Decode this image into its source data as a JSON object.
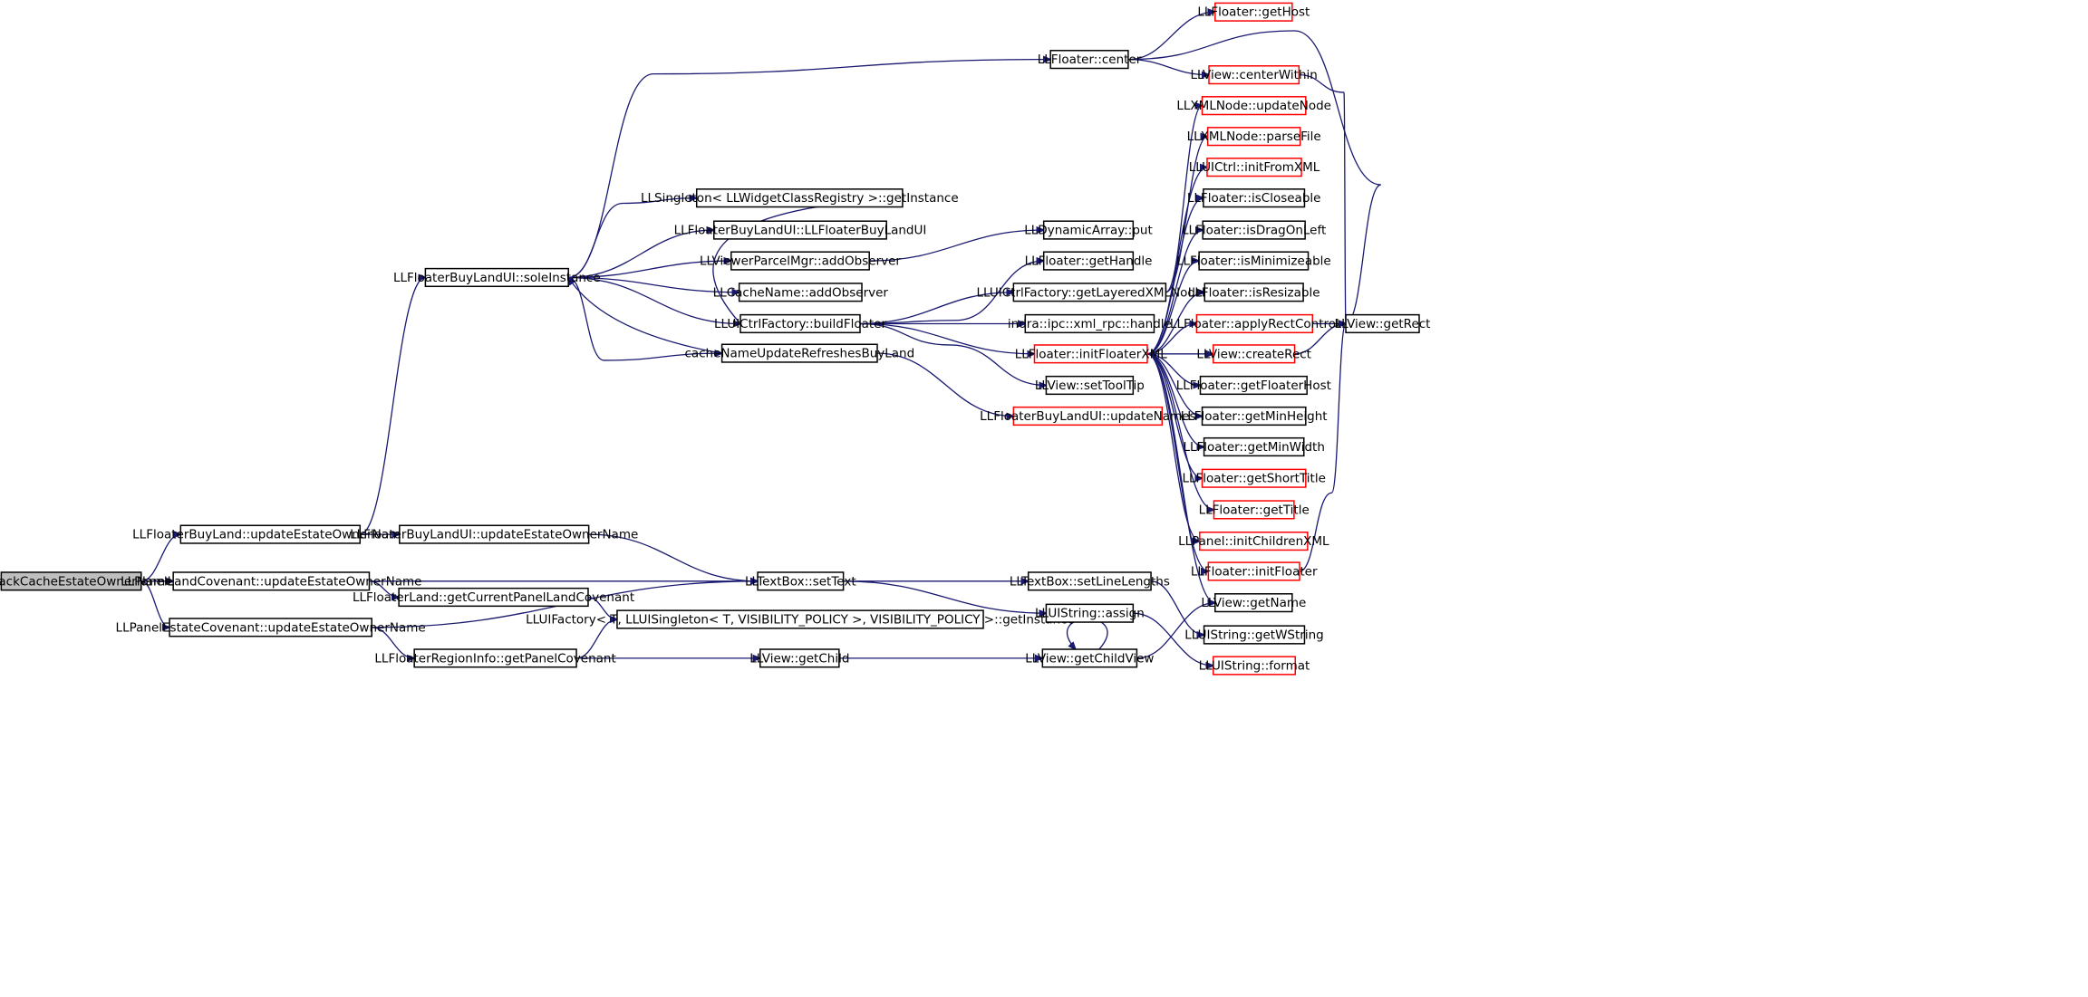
{
  "nodes": [
    {
      "id": "callback",
      "label": "callbackCacheEstateOwnerName",
      "style": "root"
    },
    {
      "id": "fbl_ueon",
      "label": "LLFloaterBuyLand::updateEstateOwnerName",
      "style": "normal"
    },
    {
      "id": "plc_ueon",
      "label": "LLPanelLandCovenant::updateEstateOwnerName",
      "style": "normal"
    },
    {
      "id": "pec_ueon",
      "label": "LLPanelEstateCovenant::updateEstateOwnerName",
      "style": "normal"
    },
    {
      "id": "fblui_si",
      "label": "LLFloaterBuyLandUI::soleInstance",
      "style": "normal"
    },
    {
      "id": "fblui_ueon",
      "label": "LLFloaterBuyLandUI::updateEstateOwnerName",
      "style": "normal"
    },
    {
      "id": "fl_gcplc",
      "label": "LLFloaterLand::getCurrentPanelLandCovenant",
      "style": "normal"
    },
    {
      "id": "fri_gpc",
      "label": "LLFloaterRegionInfo::getPanelCovenant",
      "style": "normal"
    },
    {
      "id": "fl_center",
      "label": "LLFloater::center",
      "style": "normal"
    },
    {
      "id": "singleton_gi",
      "label": "LLSingleton< LLWidgetClassRegistry >::getInstance",
      "style": "normal"
    },
    {
      "id": "fblui_ctor",
      "label": "LLFloaterBuyLandUI::LLFloaterBuyLandUI",
      "style": "normal"
    },
    {
      "id": "vpm_ao",
      "label": "LLViewerParcelMgr::addObserver",
      "style": "normal"
    },
    {
      "id": "cn_ao",
      "label": "LLCacheName::addObserver",
      "style": "normal"
    },
    {
      "id": "uicf_bf",
      "label": "LLUICtrlFactory::buildFloater",
      "style": "normal"
    },
    {
      "id": "cnurbl",
      "label": "cacheNameUpdateRefreshesBuyLand",
      "style": "normal"
    },
    {
      "id": "tb_settext",
      "label": "LLTextBox::setText",
      "style": "normal"
    },
    {
      "id": "uif_gi",
      "label": "LLUIFactory< T, LLUISingleton< T, VISIBILITY_POLICY >, VISIBILITY_POLICY >::getInstance",
      "style": "normal"
    },
    {
      "id": "view_getchild",
      "label": "LLView::getChild",
      "style": "normal"
    },
    {
      "id": "da_put",
      "label": "LLDynamicArray::put",
      "style": "normal"
    },
    {
      "id": "fl_gethandle",
      "label": "LLFloater::getHandle",
      "style": "normal"
    },
    {
      "id": "uicf_glxn",
      "label": "LLUICtrlFactory::getLayeredXMLNode",
      "style": "normal"
    },
    {
      "id": "indra_handle",
      "label": "indra::ipc::xml_rpc::handle",
      "style": "normal"
    },
    {
      "id": "fl_ifx",
      "label": "LLFloater::initFloaterXML",
      "style": "red"
    },
    {
      "id": "view_stt",
      "label": "LLView::setToolTip",
      "style": "normal"
    },
    {
      "id": "fblui_un",
      "label": "LLFloaterBuyLandUI::updateNames",
      "style": "red"
    },
    {
      "id": "tb_sll",
      "label": "LLTextBox::setLineLengths",
      "style": "normal"
    },
    {
      "id": "uis_assign",
      "label": "LLUIString::assign",
      "style": "normal"
    },
    {
      "id": "view_gcv",
      "label": "LLView::getChildView",
      "style": "normal"
    },
    {
      "id": "fl_gethost",
      "label": "LLFloater::getHost",
      "style": "red"
    },
    {
      "id": "view_cw",
      "label": "LLView::centerWithin",
      "style": "red"
    },
    {
      "id": "xml_un",
      "label": "LLXMLNode::updateNode",
      "style": "red"
    },
    {
      "id": "xml_pf",
      "label": "LLXMLNode::parseFile",
      "style": "red"
    },
    {
      "id": "uictrl_ifx",
      "label": "LLUICtrl::initFromXML",
      "style": "red"
    },
    {
      "id": "fl_isclose",
      "label": "LLFloater::isCloseable",
      "style": "normal"
    },
    {
      "id": "fl_isdrag",
      "label": "LLFloater::isDragOnLeft",
      "style": "normal"
    },
    {
      "id": "fl_ismin",
      "label": "LLFloater::isMinimizeable",
      "style": "normal"
    },
    {
      "id": "fl_isres",
      "label": "LLFloater::isResizable",
      "style": "normal"
    },
    {
      "id": "fl_arc",
      "label": "LLFloater::applyRectControl",
      "style": "red"
    },
    {
      "id": "view_cr",
      "label": "LLView::createRect",
      "style": "red"
    },
    {
      "id": "fl_gfh",
      "label": "LLFloater::getFloaterHost",
      "style": "normal"
    },
    {
      "id": "fl_gmh",
      "label": "LLFloater::getMinHeight",
      "style": "normal"
    },
    {
      "id": "fl_gmw",
      "label": "LLFloater::getMinWidth",
      "style": "normal"
    },
    {
      "id": "fl_gst",
      "label": "LLFloater::getShortTitle",
      "style": "red"
    },
    {
      "id": "fl_gt",
      "label": "LLFloater::getTitle",
      "style": "red"
    },
    {
      "id": "panel_icx",
      "label": "LLPanel::initChildrenXML",
      "style": "red"
    },
    {
      "id": "fl_if",
      "label": "LLFloater::initFloater",
      "style": "red"
    },
    {
      "id": "view_gn",
      "label": "LLView::getName",
      "style": "normal"
    },
    {
      "id": "uis_gws",
      "label": "LLUIString::getWString",
      "style": "normal"
    },
    {
      "id": "uis_format",
      "label": "LLUIString::format",
      "style": "red"
    },
    {
      "id": "view_getrect",
      "label": "LLView::getRect",
      "style": "normal"
    }
  ],
  "edges": [
    [
      "callback",
      "fbl_ueon"
    ],
    [
      "callback",
      "plc_ueon"
    ],
    [
      "callback",
      "pec_ueon"
    ],
    [
      "fbl_ueon",
      "fblui_si"
    ],
    [
      "fbl_ueon",
      "fblui_ueon"
    ],
    [
      "plc_ueon",
      "tb_settext"
    ],
    [
      "plc_ueon",
      "fl_gcplc"
    ],
    [
      "pec_ueon",
      "tb_settext"
    ],
    [
      "pec_ueon",
      "fri_gpc"
    ],
    [
      "fblui_si",
      "fl_center"
    ],
    [
      "fblui_si",
      "singleton_gi"
    ],
    [
      "fblui_si",
      "fblui_ctor"
    ],
    [
      "fblui_si",
      "vpm_ao"
    ],
    [
      "fblui_si",
      "cn_ao"
    ],
    [
      "fblui_si",
      "uicf_bf"
    ],
    [
      "fblui_si",
      "cnurbl"
    ],
    [
      "fblui_ueon",
      "tb_settext"
    ],
    [
      "fl_gcplc",
      "uif_gi"
    ],
    [
      "fri_gpc",
      "uif_gi"
    ],
    [
      "fri_gpc",
      "view_getchild"
    ],
    [
      "vpm_ao",
      "da_put"
    ],
    [
      "uicf_bf",
      "singleton_gi"
    ],
    [
      "uicf_bf",
      "fl_gethandle"
    ],
    [
      "uicf_bf",
      "uicf_glxn"
    ],
    [
      "uicf_bf",
      "indra_handle"
    ],
    [
      "uicf_bf",
      "fl_ifx"
    ],
    [
      "uicf_bf",
      "view_stt"
    ],
    [
      "cnurbl",
      "fblui_si"
    ],
    [
      "cnurbl",
      "fblui_un"
    ],
    [
      "tb_settext",
      "tb_sll"
    ],
    [
      "tb_settext",
      "uis_assign"
    ],
    [
      "view_getchild",
      "view_gcv"
    ],
    [
      "view_gcv",
      "view_gcv"
    ],
    [
      "view_gcv",
      "view_gn"
    ],
    [
      "fl_center",
      "fl_gethost"
    ],
    [
      "fl_center",
      "view_cw"
    ],
    [
      "fl_center",
      "view_getrect"
    ],
    [
      "view_cw",
      "view_getrect"
    ],
    [
      "uicf_glxn",
      "xml_un"
    ],
    [
      "uicf_glxn",
      "xml_pf"
    ],
    [
      "fl_ifx",
      "uictrl_ifx"
    ],
    [
      "fl_ifx",
      "fl_isclose"
    ],
    [
      "fl_ifx",
      "fl_isdrag"
    ],
    [
      "fl_ifx",
      "fl_ismin"
    ],
    [
      "fl_ifx",
      "fl_isres"
    ],
    [
      "fl_ifx",
      "fl_arc"
    ],
    [
      "fl_ifx",
      "view_cr"
    ],
    [
      "fl_ifx",
      "fl_gfh"
    ],
    [
      "fl_ifx",
      "fl_gmh"
    ],
    [
      "fl_ifx",
      "fl_gmw"
    ],
    [
      "fl_ifx",
      "fl_gst"
    ],
    [
      "fl_ifx",
      "fl_gt"
    ],
    [
      "fl_ifx",
      "panel_icx"
    ],
    [
      "fl_ifx",
      "fl_if"
    ],
    [
      "fl_ifx",
      "view_gn"
    ],
    [
      "fl_arc",
      "view_getrect"
    ],
    [
      "view_cr",
      "view_getrect"
    ],
    [
      "fl_if",
      "view_getrect"
    ],
    [
      "tb_sll",
      "uis_gws"
    ],
    [
      "uis_assign",
      "uis_format"
    ]
  ]
}
